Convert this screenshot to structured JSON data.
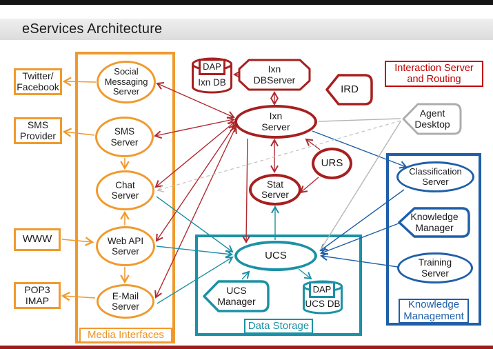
{
  "title": "eServices Architecture",
  "external": {
    "twitter": "Twitter/\nFacebook",
    "sms_provider": "SMS\nProvider",
    "www": "WWW",
    "pop3": "POP3\nIMAP"
  },
  "media": {
    "label": "Media Interfaces",
    "social": "Social\nMessaging\nServer",
    "sms": "SMS\nServer",
    "chat": "Chat\nServer",
    "webapi": "Web API\nServer",
    "email": "E-Mail\nServer"
  },
  "interaction": {
    "caption": "Interaction Server\nand Routing",
    "dap": "DAP",
    "ixn_db": "Ixn DB",
    "ixn_dbserver": "Ixn\nDBServer",
    "ird": "IRD",
    "ixn_server": "Ixn\nServer",
    "urs": "URS",
    "stat_server": "Stat\nServer"
  },
  "agent_desktop": "Agent\nDesktop",
  "data_storage": {
    "label": "Data Storage",
    "ucs": "UCS",
    "ucs_manager": "UCS\nManager",
    "dap": "DAP",
    "ucs_db": "UCS DB"
  },
  "knowledge": {
    "label": "Knowledge\nManagement",
    "classification": "Classification\nServer",
    "knowledge_manager": "Knowledge\nManager",
    "training": "Training\nServer"
  },
  "colors": {
    "orange": "#F09A2E",
    "dark_red": "#A6201F",
    "red_accent": "#C00000",
    "connector_red": "#AF2B30",
    "teal": "#1B91A5",
    "blue": "#1F5FA9",
    "gray": "#B5B5B5",
    "footer_bar": "#9E1B1E"
  }
}
